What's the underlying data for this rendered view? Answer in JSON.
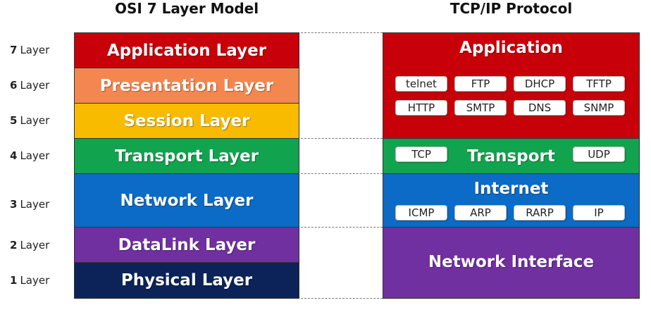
{
  "osi": {
    "title": "OSI 7 Layer Model",
    "layers": [
      {
        "num": "7",
        "suffix": "Layer",
        "name": "Application Layer",
        "color": "#c8000a"
      },
      {
        "num": "6",
        "suffix": "Layer",
        "name": "Presentation Layer",
        "color": "#f3874f"
      },
      {
        "num": "5",
        "suffix": "Layer",
        "name": "Session Layer",
        "color": "#f8bb00"
      },
      {
        "num": "4",
        "suffix": "Layer",
        "name": "Transport Layer",
        "color": "#12a34e"
      },
      {
        "num": "3",
        "suffix": "Layer",
        "name": "Network Layer",
        "color": "#0b6bc6"
      },
      {
        "num": "2",
        "suffix": "Layer",
        "name": "DataLink Layer",
        "color": "#7030a0"
      },
      {
        "num": "1",
        "suffix": "Layer",
        "name": "Physical Layer",
        "color": "#0b2358"
      }
    ]
  },
  "tcp": {
    "title": "TCP/IP Protocol",
    "application": {
      "label": "Application",
      "color": "#c8000a",
      "protocols": [
        "telnet",
        "FTP",
        "DHCP",
        "TFTP",
        "HTTP",
        "SMTP",
        "DNS",
        "SNMP"
      ]
    },
    "transport": {
      "label": "Transport",
      "color": "#12a34e",
      "protocols": [
        "TCP",
        "UDP"
      ]
    },
    "internet": {
      "label": "Internet",
      "color": "#0b6bc6",
      "protocols": [
        "ICMP",
        "ARP",
        "RARP",
        "IP"
      ]
    },
    "network_interface": {
      "label": "Network Interface",
      "color": "#7030a0"
    }
  }
}
